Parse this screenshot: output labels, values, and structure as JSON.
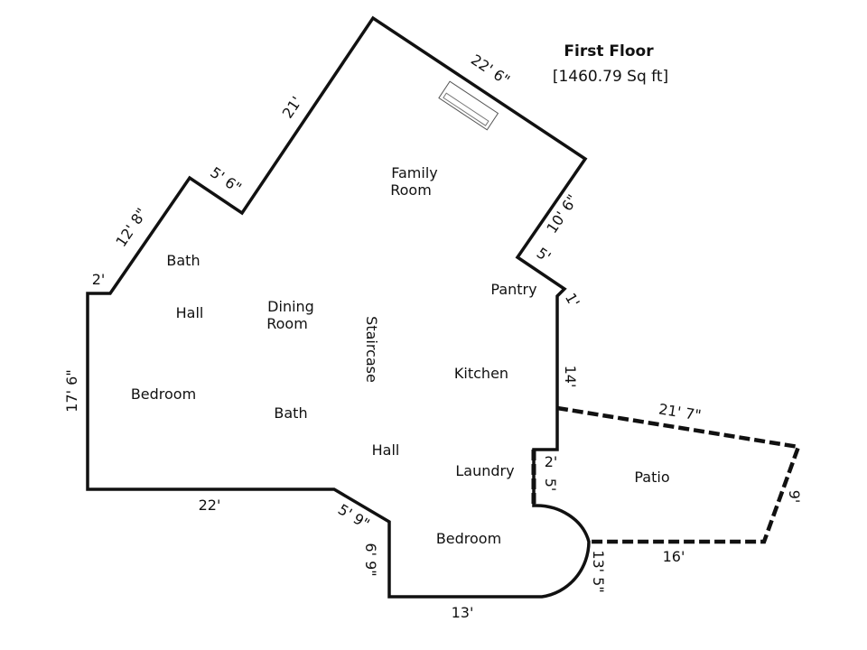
{
  "title": "First Floor",
  "area": "[1460.79 Sq ft]",
  "rooms": {
    "family_room_1": "Family",
    "family_room_2": "Room",
    "bath_upper": "Bath",
    "hall_left": "Hall",
    "dining_1": "Dining",
    "dining_2": "Room",
    "staircase": "Staircase",
    "pantry": "Pantry",
    "kitchen": "Kitchen",
    "bedroom_left": "Bedroom",
    "bath_lower": "Bath",
    "hall_lower": "Hall",
    "laundry": "Laundry",
    "bedroom_lower": "Bedroom",
    "patio": "Patio"
  },
  "dimensions": {
    "d_22_6": "22' 6\"",
    "d_21": "21'",
    "d_5_6": "5' 6\"",
    "d_12_8": "12' 8\"",
    "d_2_top": "2'",
    "d_17_6": "17' 6\"",
    "d_22": "22'",
    "d_5_9": "5' 9\"",
    "d_6_9": "6' 9\"",
    "d_13": "13'",
    "d_13_5": "13' 5\"",
    "d_16": "16'",
    "d_9": "9'",
    "d_21_7": "21' 7\"",
    "d_2_right": "2'",
    "d_5_right": "5'",
    "d_14": "14'",
    "d_1": "1'",
    "d_5_upper": "5'",
    "d_10_6": "10' 6\""
  },
  "colors": {
    "wall": "#111111",
    "background": "#ffffff"
  }
}
